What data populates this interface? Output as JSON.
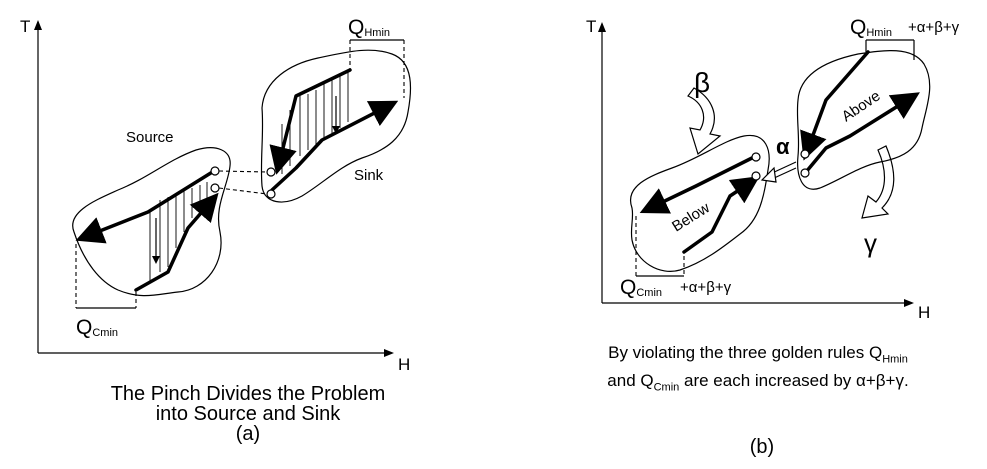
{
  "panel_a": {
    "axis_y": "T",
    "axis_x": "H",
    "label_source": "Source",
    "label_sink": "Sink",
    "q_h_main": "Q",
    "q_h_sub": "Hmin",
    "q_c_main": "Q",
    "q_c_sub": "Cmin",
    "caption_line1": "The Pinch Divides the Problem",
    "caption_line2": "into Source and Sink",
    "caption_tag": "(a)"
  },
  "panel_b": {
    "axis_y": "T",
    "axis_x": "H",
    "label_above": "Above",
    "label_below": "Below",
    "q_h_main": "Q",
    "q_h_sub": "Hmin",
    "q_c_main": "Q",
    "q_c_sub": "Cmin",
    "penalty": "+α+β+γ",
    "alpha": "α",
    "beta": "β",
    "gamma": "γ",
    "caption_line1_pre": "By violating the three golden rules Q",
    "caption_line1_sub": "Hmin",
    "caption_line2_pre": "and Q",
    "caption_line2_sub": "Cmin",
    "caption_line2_post": " are each increased by α+β+γ.",
    "caption_tag": "(b)"
  }
}
